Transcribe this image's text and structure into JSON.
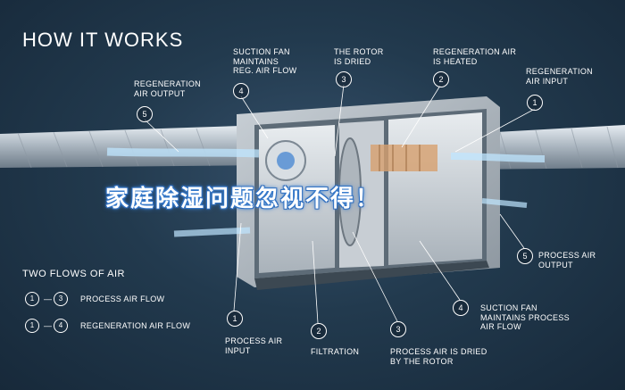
{
  "heading": "HOW IT WORKS",
  "watermark": "家庭除湿问题忽视不得！",
  "legend": {
    "title": "TWO FLOWS OF AIR",
    "rows": [
      {
        "from": "1",
        "to": "3",
        "label": "PROCESS AIR FLOW"
      },
      {
        "from": "1",
        "to": "4",
        "label": "REGENERATION AIR FLOW"
      }
    ]
  },
  "callouts_top": [
    {
      "num": "5",
      "text": "REGENERATION\nAIR OUTPUT"
    },
    {
      "num": "4",
      "text": "SUCTION FAN\nMAINTAINS\nREG. AIR FLOW"
    },
    {
      "num": "3",
      "text": "THE ROTOR\nIS DRIED"
    },
    {
      "num": "2",
      "text": "REGENERATION AIR\nIS HEATED"
    },
    {
      "num": "1",
      "text": "REGENERATION\nAIR INPUT"
    }
  ],
  "callouts_bottom": [
    {
      "num": "1",
      "text": "PROCESS AIR\nINPUT"
    },
    {
      "num": "2",
      "text": "FILTRATION"
    },
    {
      "num": "3",
      "text": "PROCESS AIR IS DRIED\nBY THE ROTOR"
    },
    {
      "num": "4",
      "text": "SUCTION FAN\nMAINTAINS PROCESS\nAIR FLOW"
    },
    {
      "num": "5",
      "text": "PROCESS AIR\nOUTPUT"
    }
  ]
}
